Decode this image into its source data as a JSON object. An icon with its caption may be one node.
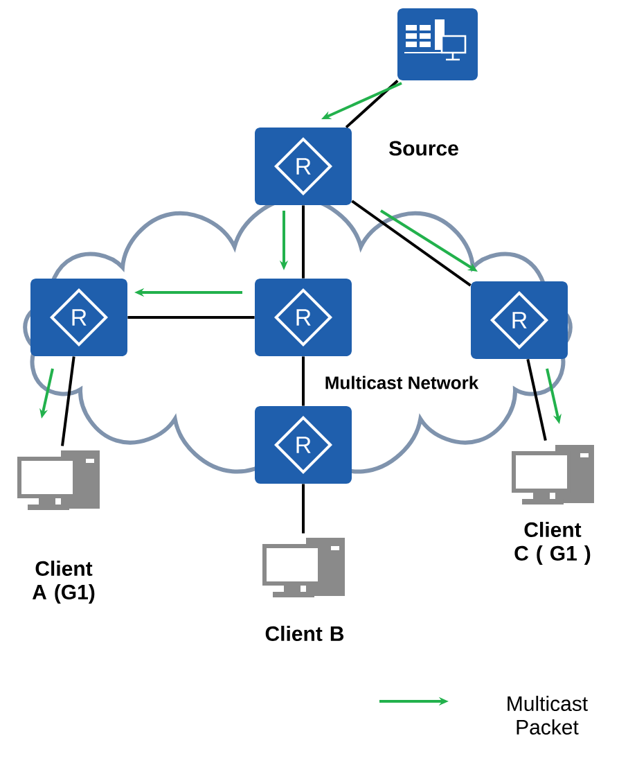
{
  "diagram": {
    "nodes": [
      {
        "text": [],
        "shape": "server"
      },
      {
        "text": [
          "R"
        ],
        "beside": [
          "Source"
        ]
      },
      {
        "text": [
          "R"
        ]
      },
      {
        "text": [
          "R"
        ]
      },
      {
        "text": [
          "R"
        ]
      },
      {
        "text": [
          "R"
        ]
      },
      {
        "text": [],
        "shape": "computer",
        "beside": [
          "Client A (G1)"
        ]
      },
      {
        "text": [],
        "shape": "computer",
        "beside": [
          "Client B"
        ]
      },
      {
        "text": [],
        "shape": "computer",
        "beside": [
          "Client C ( G1 )"
        ]
      }
    ],
    "edges": [
      {
        "from": 0,
        "to": 1,
        "arrow": "none"
      },
      {
        "from": 1,
        "to": 3,
        "arrow": "none"
      },
      {
        "from": 1,
        "to": 4,
        "arrow": "none"
      },
      {
        "from": 3,
        "to": 2,
        "arrow": "none"
      },
      {
        "from": 3,
        "to": 5,
        "arrow": "none"
      },
      {
        "from": 2,
        "to": 6,
        "arrow": "none"
      },
      {
        "from": 5,
        "to": 7,
        "arrow": "none"
      },
      {
        "from": 4,
        "to": 8,
        "arrow": "none"
      },
      {
        "from": 0,
        "to": 1,
        "arrow": "to",
        "color": "#22b14c"
      },
      {
        "from": 1,
        "to": 3,
        "arrow": "to",
        "color": "#22b14c"
      },
      {
        "from": 1,
        "to": 4,
        "arrow": "to",
        "color": "#22b14c"
      },
      {
        "from": 3,
        "to": 2,
        "arrow": "to",
        "color": "#22b14c"
      },
      {
        "from": 2,
        "to": 6,
        "arrow": "to",
        "color": "#22b14c"
      },
      {
        "from": 4,
        "to": 8,
        "arrow": "to",
        "color": "#22b14c"
      }
    ],
    "labels": [
      "Multicast Network"
    ],
    "legend": [
      {
        "text": "Multicast Packet"
      }
    ]
  }
}
